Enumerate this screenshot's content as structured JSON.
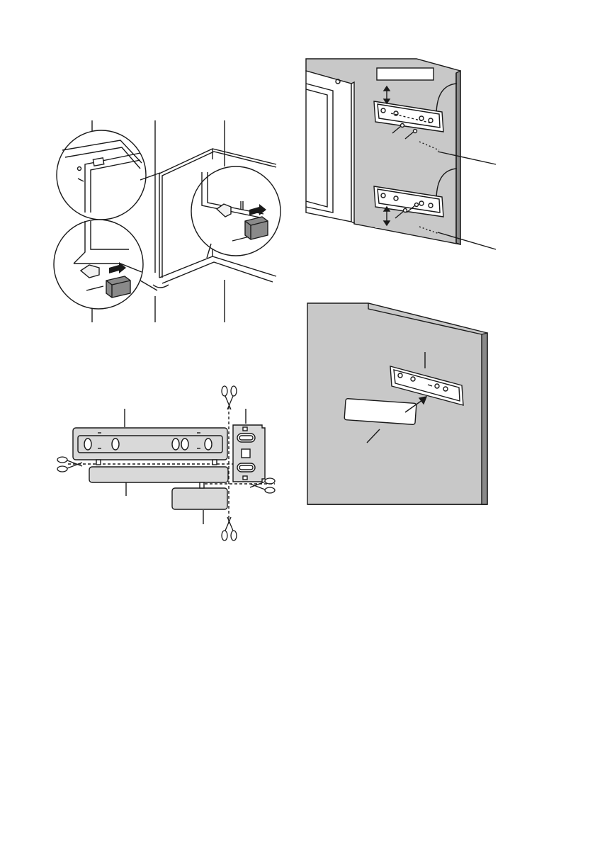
{
  "figures": [
    {
      "name": "hinge-cover-fitting",
      "labels": []
    },
    {
      "name": "door-bracket-mounting",
      "labels": []
    },
    {
      "name": "cover-strip-cutting",
      "labels": []
    },
    {
      "name": "bracket-cover-fitting",
      "labels": []
    }
  ],
  "colors": {
    "line": "#1a1a1a",
    "panel_grey": "#c8c8c8",
    "part_grey": "#d9d9d9",
    "dark_grey": "#8a8a8a",
    "light": "#f2f2f2",
    "white": "#ffffff"
  },
  "icons": [
    "scissors-icon",
    "arrow-icon",
    "screw-icon"
  ]
}
